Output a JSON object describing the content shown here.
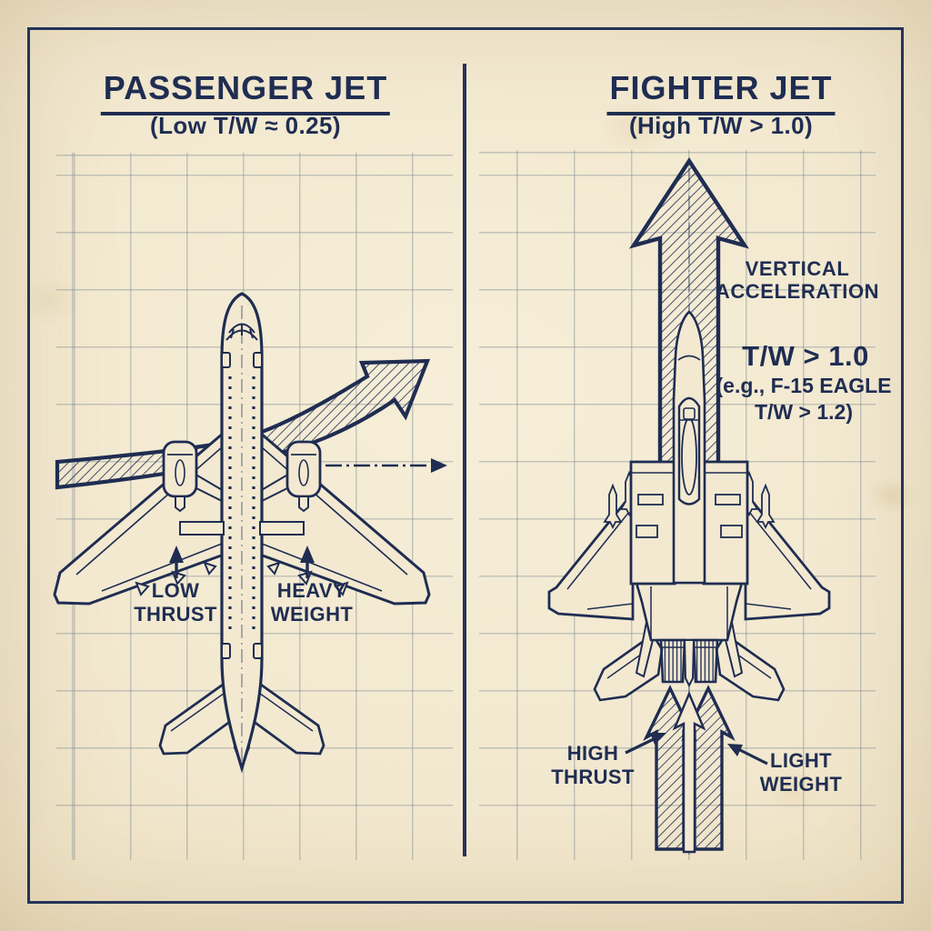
{
  "colors": {
    "ink": "#1f2d52",
    "paper": "#f3e9d1",
    "grid": "#6e8490"
  },
  "left_panel": {
    "title": "PASSENGER JET",
    "subtitle": "(Low T/W ≈ 0.25)",
    "thrust_label": {
      "line1": "LOW",
      "line2": "THRUST"
    },
    "weight_label": {
      "line1": "HEAVY",
      "line2": "WEIGHT"
    }
  },
  "right_panel": {
    "title": "FIGHTER JET",
    "subtitle": "(High T/W > 1.0)",
    "acceleration_label": {
      "line1": "VERTICAL",
      "line2": "ACCELERATION"
    },
    "tw_ratio": {
      "main": "T/W > 1.0",
      "detail_line1": "(e.g., F-15 EAGLE",
      "detail_line2": "T/W > 1.2)"
    },
    "thrust_label": {
      "line1": "HIGH",
      "line2": "THRUST"
    },
    "weight_label": {
      "line1": "LIGHT",
      "line2": "WEIGHT"
    }
  }
}
